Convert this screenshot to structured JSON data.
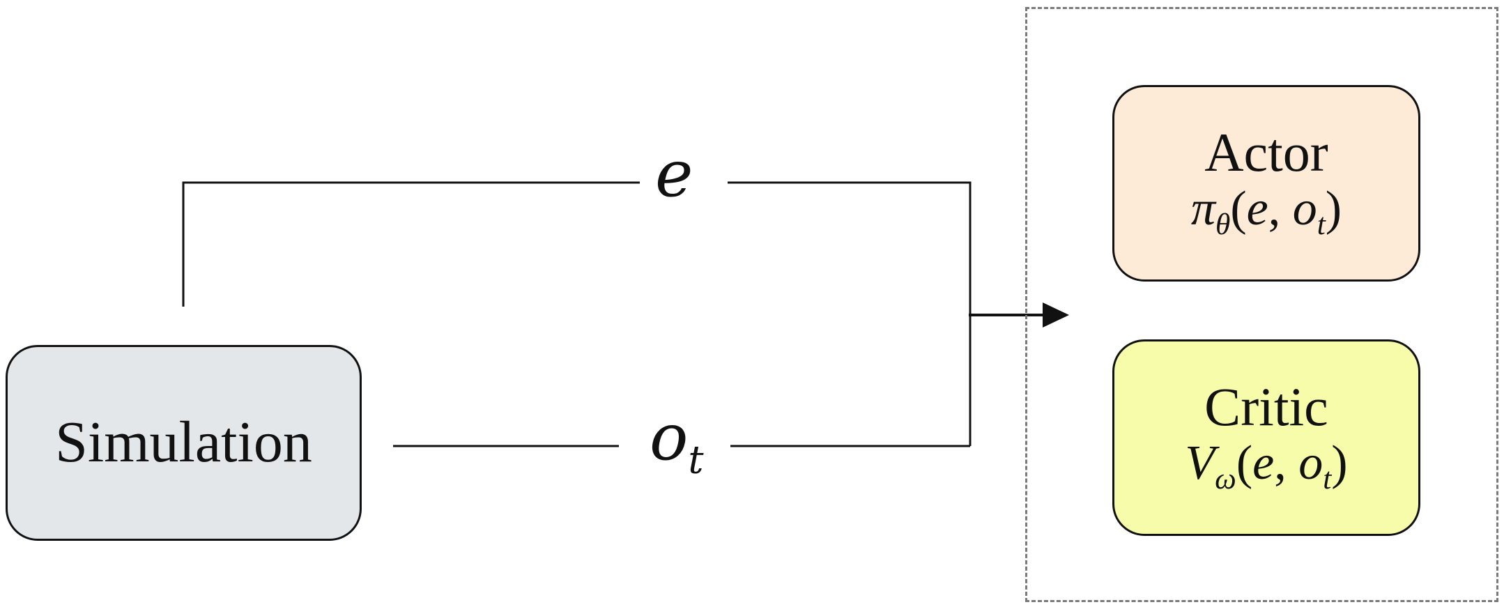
{
  "diagram": {
    "simulation": {
      "label": "Simulation",
      "fill": "#e3e7ea"
    },
    "actor": {
      "label": "Actor",
      "func": "π",
      "sub": "θ",
      "open": "(",
      "arg1": "e",
      "comma": ", ",
      "arg2": "o",
      "arg2_sub": "t",
      "close": ")",
      "fill": "#fdebd8"
    },
    "critic": {
      "label": "Critic",
      "func": "V",
      "sub": "ω",
      "open": "(",
      "arg1": "e",
      "comma": ", ",
      "arg2": "o",
      "arg2_sub": "t",
      "close": ")",
      "fill": "#f7fcab"
    },
    "edges": {
      "env_label": "e",
      "obs_label": "o",
      "obs_sub": "t"
    }
  }
}
